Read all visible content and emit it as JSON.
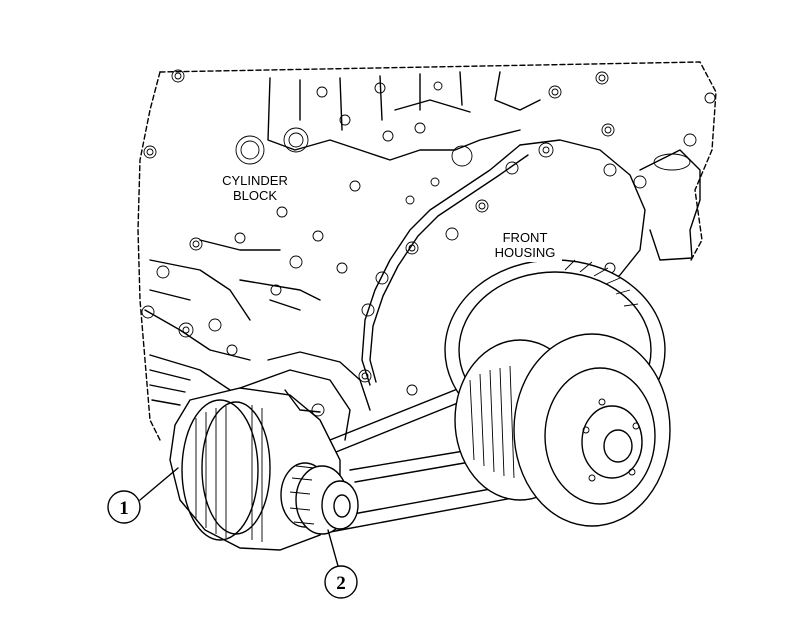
{
  "labels": {
    "cylinder_block": [
      "CYLINDER",
      "BLOCK"
    ],
    "front_housing": [
      "FRONT",
      "HOUSING"
    ]
  },
  "callouts": [
    {
      "number": "1"
    },
    {
      "number": "2"
    }
  ]
}
